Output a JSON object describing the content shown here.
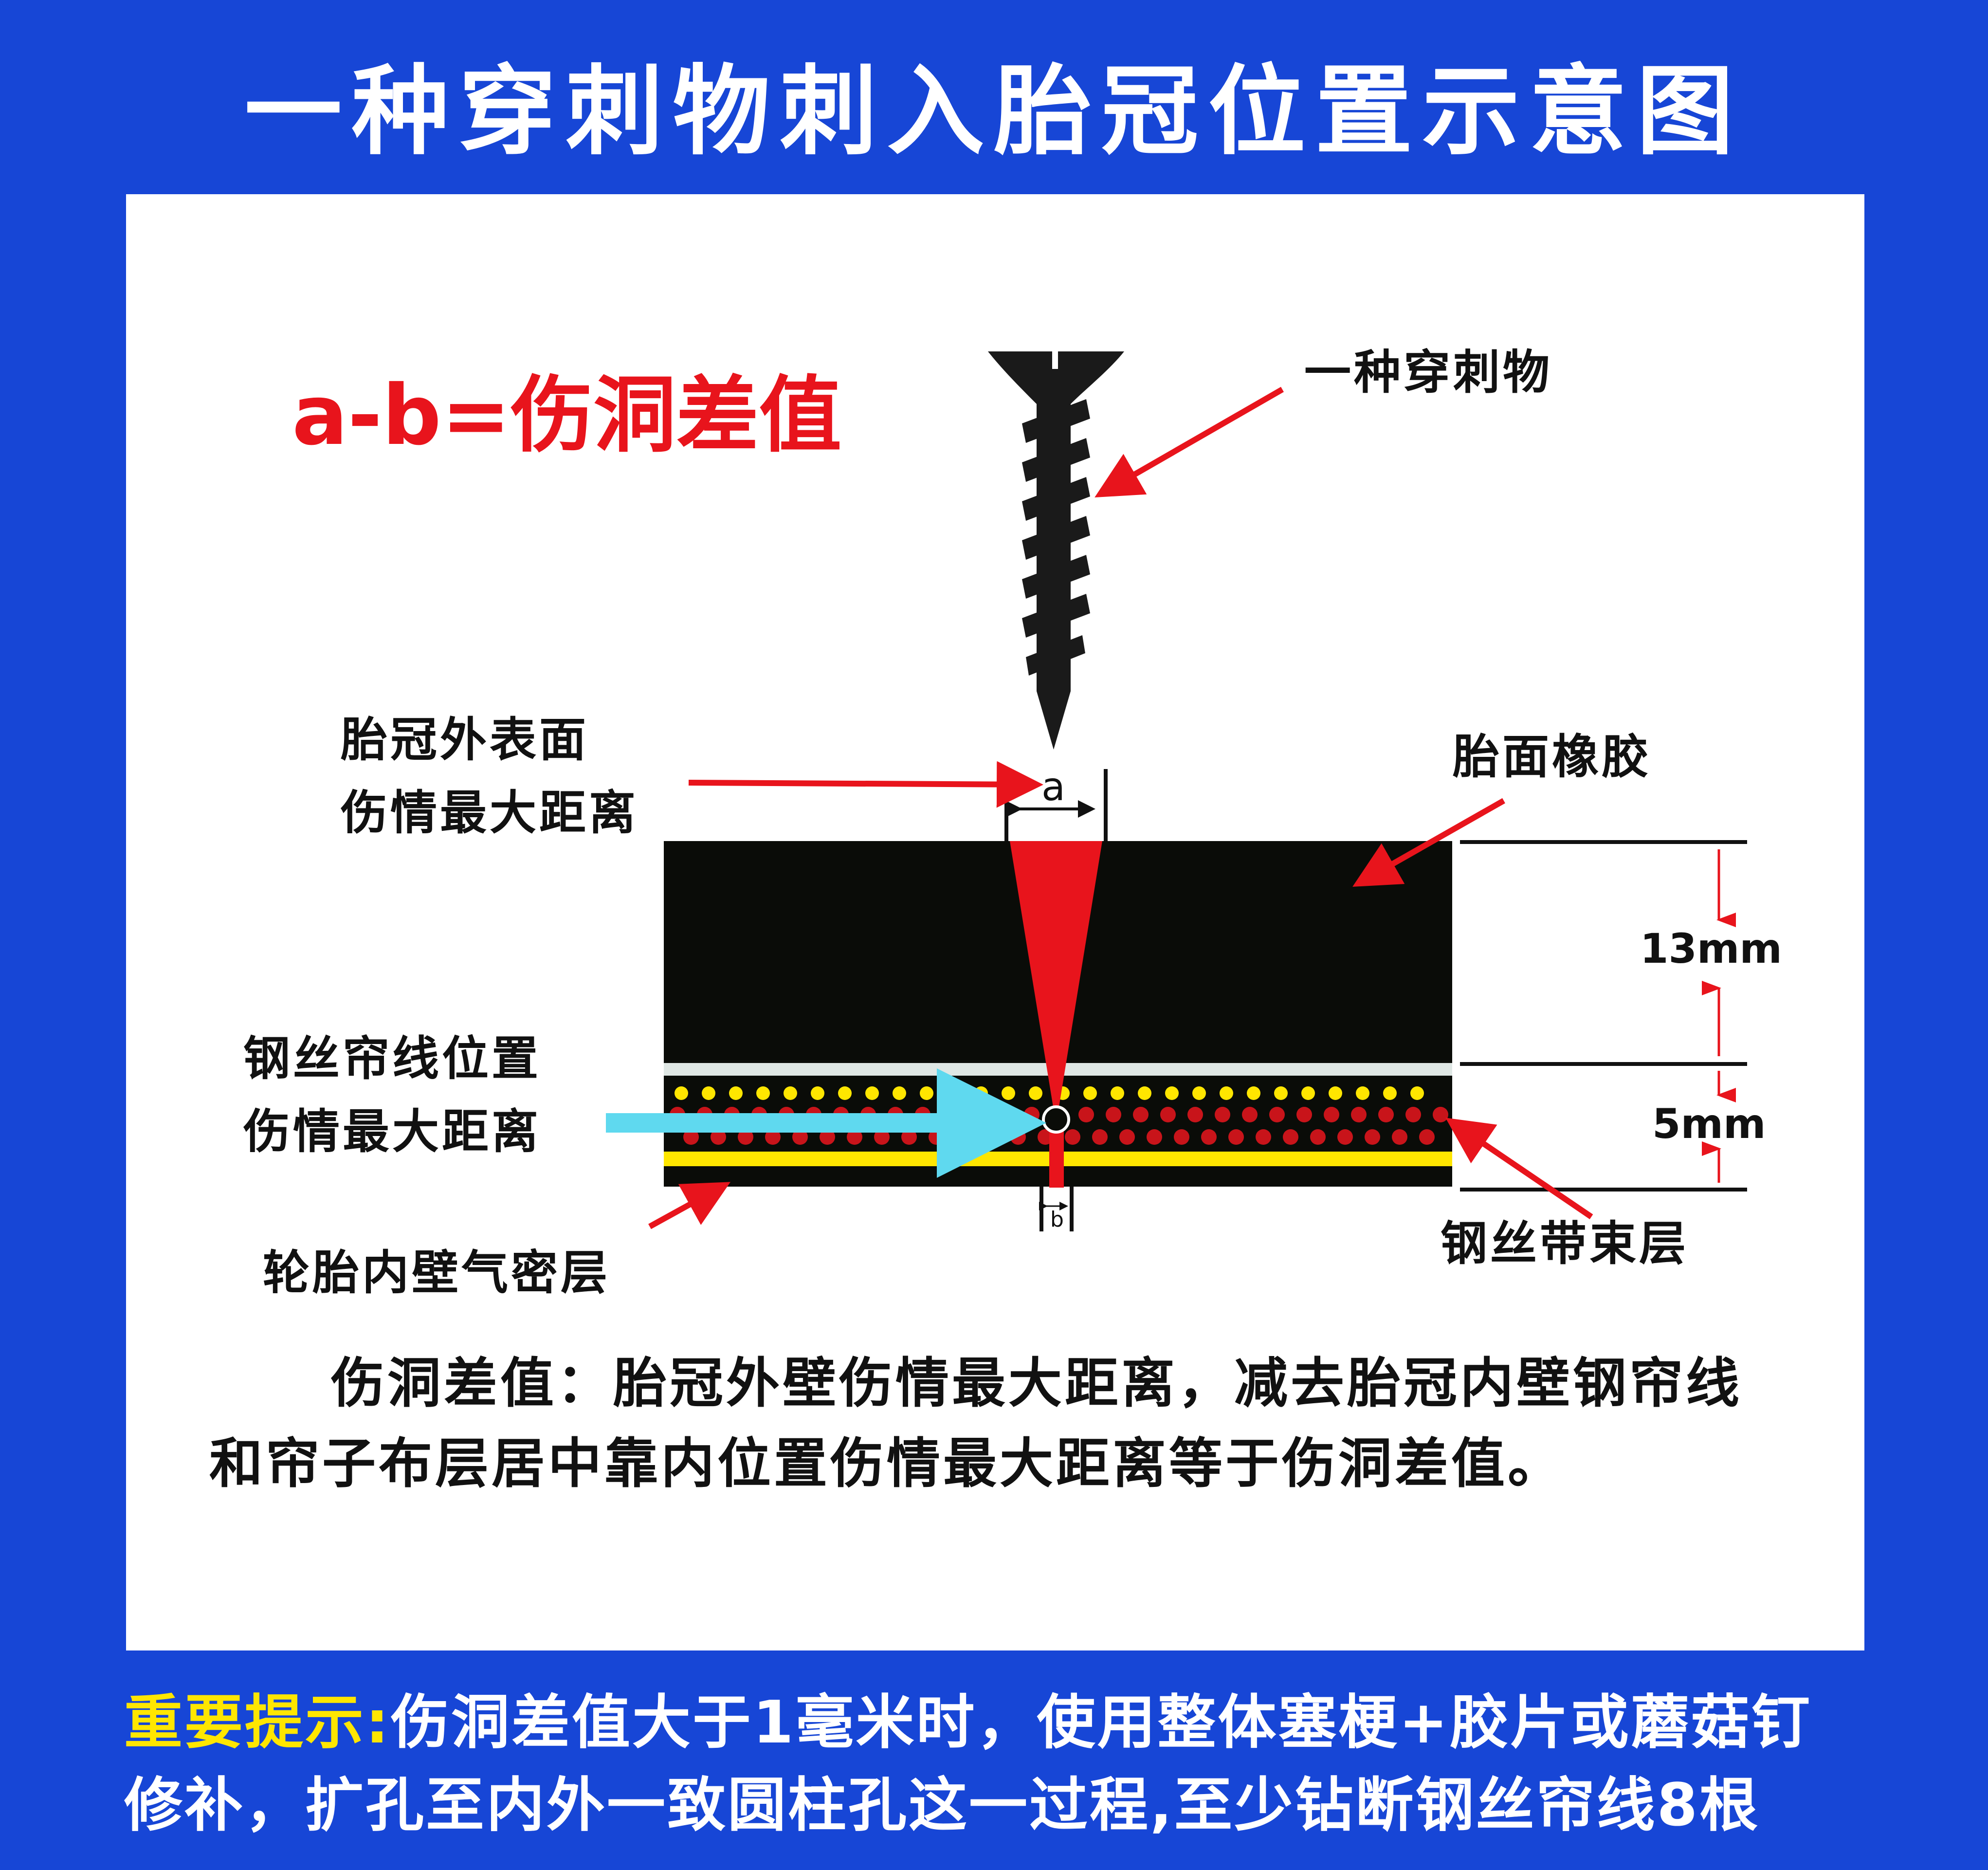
{
  "title": "一种穿刺物刺入胎冠位置示意图",
  "formula": "a-b=伤洞差值",
  "labels": {
    "puncture_object": "一种穿刺物",
    "outer_surface_line1": "胎冠外表面",
    "outer_surface_line2": "伤情最大距离",
    "tread_rubber": "胎面橡胶",
    "steel_cord_line1": "钢丝帘线位置",
    "steel_cord_line2": "伤情最大距离",
    "inner_liner": "轮胎内壁气密层",
    "steel_belt": "钢丝带束层",
    "dim_a": "a",
    "dim_b": "b",
    "thickness_tread": "13mm",
    "thickness_belt": "5mm"
  },
  "description": {
    "line1": "伤洞差值：胎冠外壁伤情最大距离，减去胎冠内壁钢帘线",
    "line2": "和帘子布层居中靠内位置伤情最大距离等于伤洞差值。"
  },
  "tip": {
    "highlight": "重要提示:",
    "line1_rest": "伤洞差值大于1毫米时，使用整体塞梗+胶片或蘑菇钉",
    "line2": "修补，扩孔至内外一致圆柱孔这一过程,至少钻断钢丝帘线8根"
  },
  "colors": {
    "background": "#1746d6",
    "panel": "#ffffff",
    "accent_red": "#e8141c",
    "highlight_yellow": "#ffe600",
    "cyan_arrow": "#5fd9ef",
    "rubber_black": "#0a0c08"
  }
}
